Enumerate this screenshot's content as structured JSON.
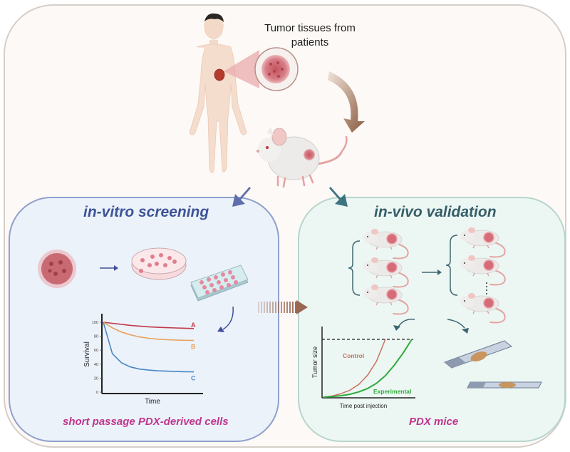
{
  "figure": {
    "top_label": "Tumor tissues from patients",
    "top_label_lines": [
      "Tumor tissues from",
      "patients"
    ],
    "icons": [
      "human-patient-icon",
      "tumor-magnifier-icon",
      "curved-arrow-icon",
      "mouse-with-tumor-icon"
    ]
  },
  "left_panel": {
    "title": "in-vitro screening",
    "caption": "short passage PDX-derived cells",
    "icons": [
      "tumor-cluster-icon",
      "petri-dish-icon",
      "well-plate-icon"
    ]
  },
  "right_panel": {
    "title": "in-vivo validation",
    "caption": "PDX mice",
    "icons": [
      "mouse-group-icon",
      "mouse-group-expanded-icon",
      "microscope-slide-icon"
    ]
  },
  "colors": {
    "outer_border": "#d6cfc9",
    "left_title": "#3d5497",
    "right_title": "#365e68",
    "caption": "#c0358c",
    "series_a": "#c0394b",
    "series_b": "#e8a15a",
    "series_c": "#4a86c5",
    "control": "#c8725e",
    "experimental": "#2eaa3a"
  },
  "chart_data": [
    {
      "type": "line",
      "title": "",
      "xlabel": "Time",
      "ylabel": "Survival",
      "ylim": [
        0,
        100
      ],
      "yticks": [
        "0",
        "20",
        "40",
        "60",
        "80",
        "100"
      ],
      "x": [
        0,
        1,
        2,
        3,
        4,
        5,
        6,
        7,
        8,
        9,
        10
      ],
      "series": [
        {
          "name": "A",
          "values": [
            100,
            98.5,
            97,
            95.5,
            94.5,
            93.5,
            92.8,
            92.2,
            91.8,
            91.4,
            91
          ]
        },
        {
          "name": "B",
          "values": [
            100,
            92,
            86,
            82,
            79,
            77,
            75.8,
            75,
            74.5,
            74.2,
            74
          ]
        },
        {
          "name": "C",
          "values": [
            100,
            55,
            42,
            36,
            33,
            31.5,
            30.5,
            30,
            29.5,
            29.2,
            29
          ]
        }
      ],
      "grid": false,
      "legend": "inline-right"
    },
    {
      "type": "line",
      "title": "",
      "xlabel": "Time post injection",
      "ylabel": "Tumor size",
      "threshold_label": "",
      "x": [
        0,
        1,
        2,
        3,
        4,
        5,
        6,
        7,
        8,
        9,
        10
      ],
      "series": [
        {
          "name": "Control",
          "values": [
            0,
            2,
            6,
            12,
            22,
            38,
            62,
            100,
            null,
            null,
            null
          ]
        },
        {
          "name": "Experimental",
          "values": [
            0,
            1,
            2.5,
            5,
            9,
            15,
            24,
            37,
            55,
            76,
            100
          ]
        }
      ],
      "threshold": 100,
      "grid": false,
      "legend": "inline"
    }
  ]
}
